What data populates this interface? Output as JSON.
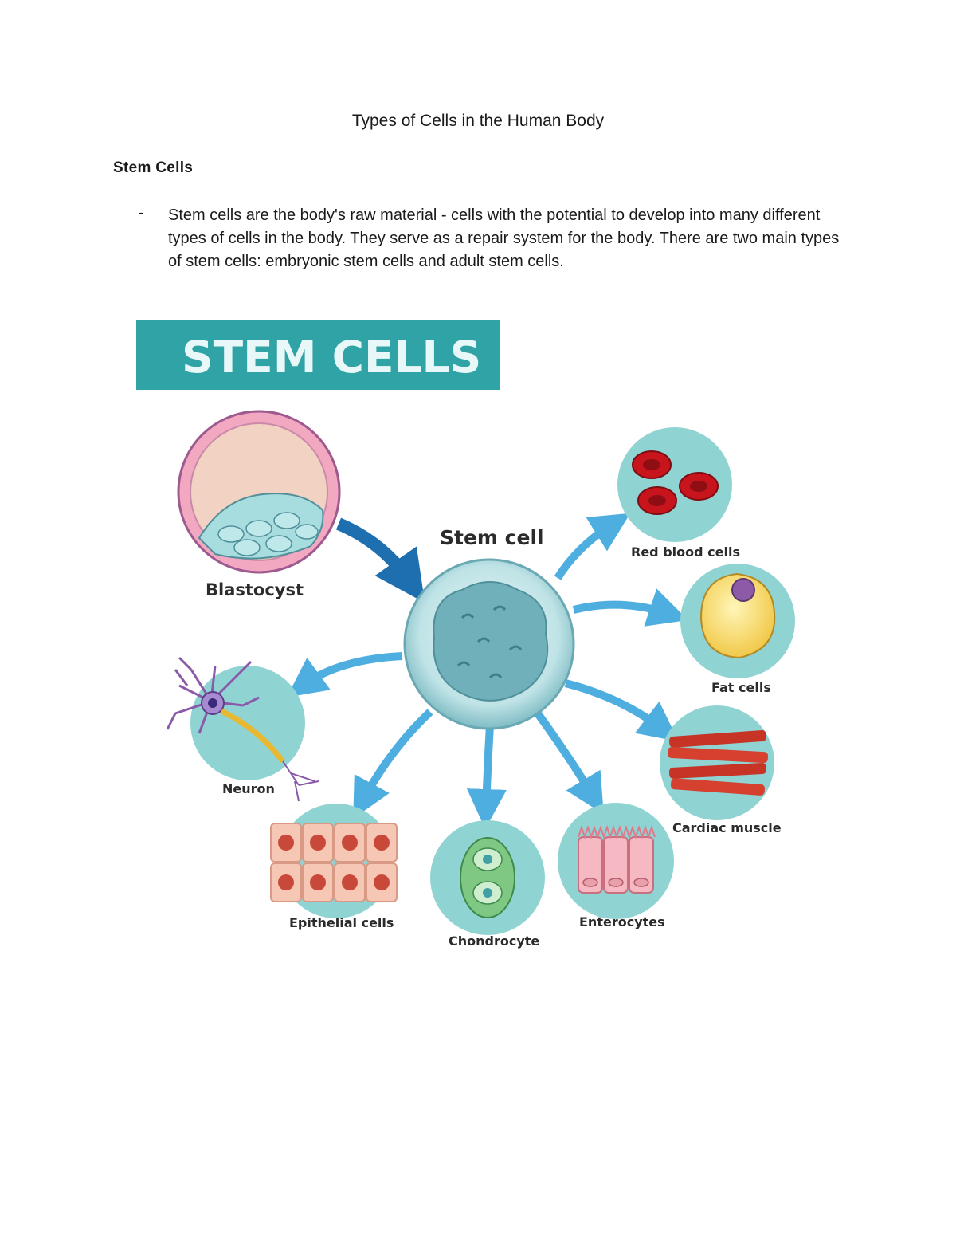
{
  "document": {
    "title": "Types of Cells in the Human Body",
    "section_heading": "Stem Cells",
    "bullet_marker": "-",
    "bullet_text": "Stem cells are the body's raw material - cells with the potential to develop into many different types of cells in the body. They serve as a repair system for the body. There are two main types of stem cells: embryonic stem cells and adult stem cells."
  },
  "figure": {
    "banner": "STEM CELLS",
    "center_label": "Stem cell",
    "labels": {
      "blastocyst": "Blastocyst",
      "red_blood_cells": "Red blood cells",
      "fat_cells": "Fat cells",
      "cardiac_muscle": "Cardiac muscle",
      "enterocytes": "Enterocytes",
      "chondrocyte": "Chondrocyte",
      "epithelial_cells": "Epithelial cells",
      "neuron": "Neuron"
    },
    "colors": {
      "banner": "#2fa3a6",
      "circle_bg": "#8fd3d3",
      "arrow": "#4eaee0",
      "arrow_dark": "#1e6fb0"
    }
  }
}
